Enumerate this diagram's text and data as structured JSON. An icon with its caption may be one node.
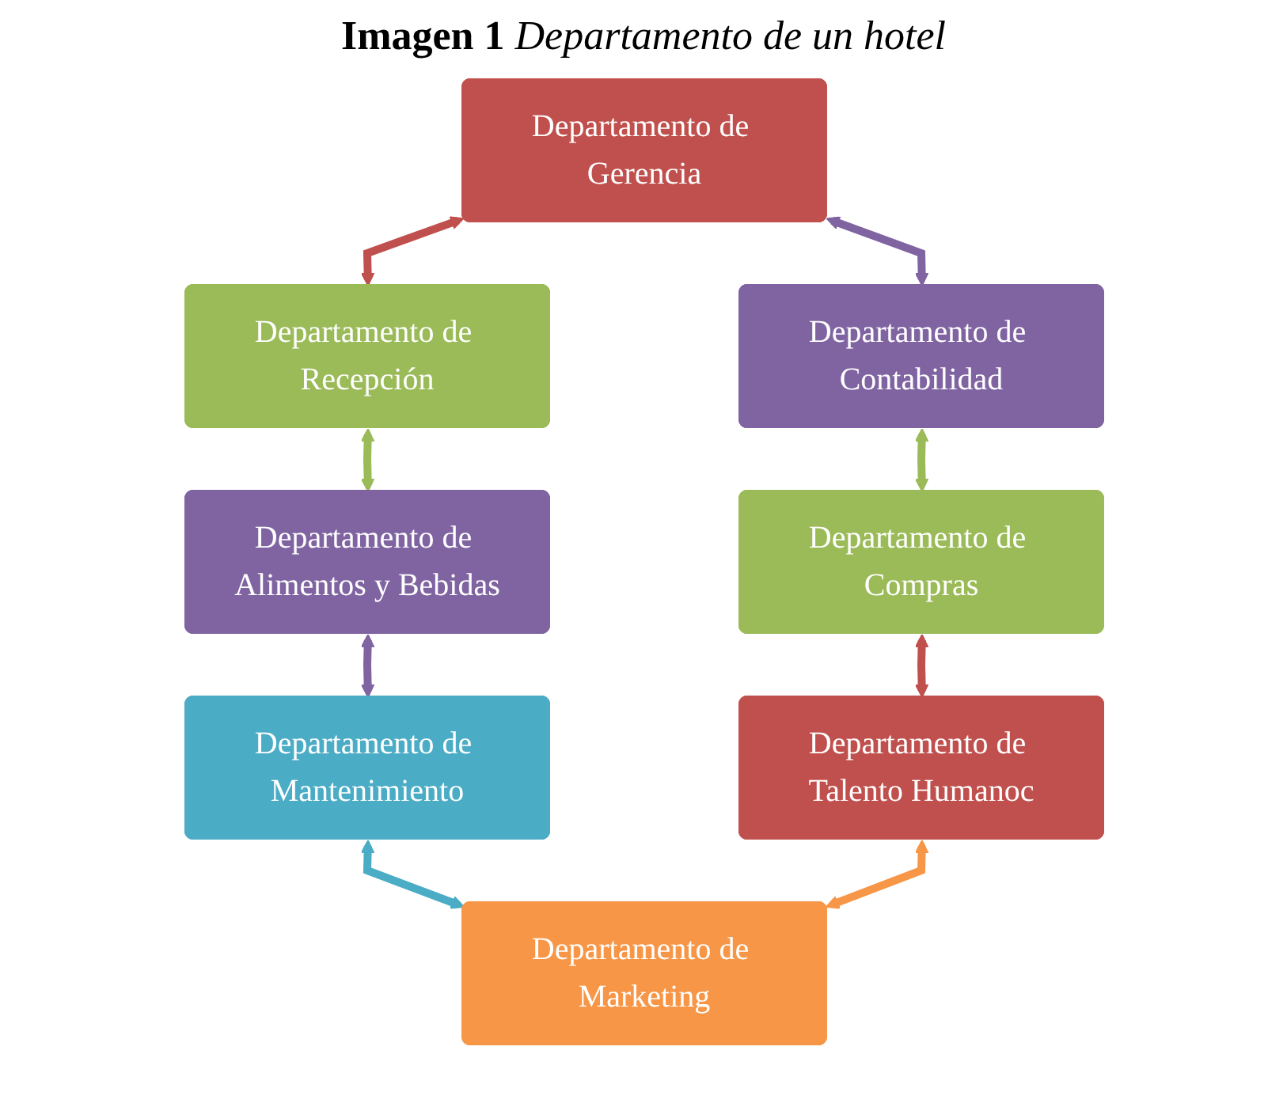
{
  "diagram": {
    "title": "**Imagen 1** *Departamento de un hotel*",
    "nodes": [
      {
        "text": [
          "Departamento de Gerencia"
        ]
      },
      {
        "text": [
          "Departamento de Contabilidad"
        ]
      },
      {
        "text": [
          "Departamento de Recepción"
        ]
      },
      {
        "text": [
          "Departamento de Compras"
        ]
      },
      {
        "text": [
          "Departamento de Alimentos y Bebidas"
        ]
      },
      {
        "text": [
          "Departamento de Talento Humanoc"
        ]
      },
      {
        "text": [
          "Departamento de Mantenimiento"
        ]
      },
      {
        "text": [
          "Departamento de Marketing"
        ]
      }
    ],
    "edges": [
      {
        "from": 0,
        "to": 2,
        "arrow": "both",
        "color": "#c0504d"
      },
      {
        "from": 2,
        "to": 4,
        "arrow": "both",
        "color": "#9bbb59"
      },
      {
        "from": 4,
        "to": 6,
        "arrow": "both",
        "color": "#8064a2"
      },
      {
        "from": 6,
        "to": 7,
        "arrow": "both",
        "color": "#4bacc6"
      },
      {
        "from": 0,
        "to": 1,
        "arrow": "both",
        "color": "#8064a2"
      },
      {
        "from": 1,
        "to": 3,
        "arrow": "both",
        "color": "#9bbb59"
      },
      {
        "from": 3,
        "to": 5,
        "arrow": "both",
        "color": "#c0504d"
      },
      {
        "from": 5,
        "to": 7,
        "arrow": "both",
        "color": "#f79646"
      }
    ]
  }
}
